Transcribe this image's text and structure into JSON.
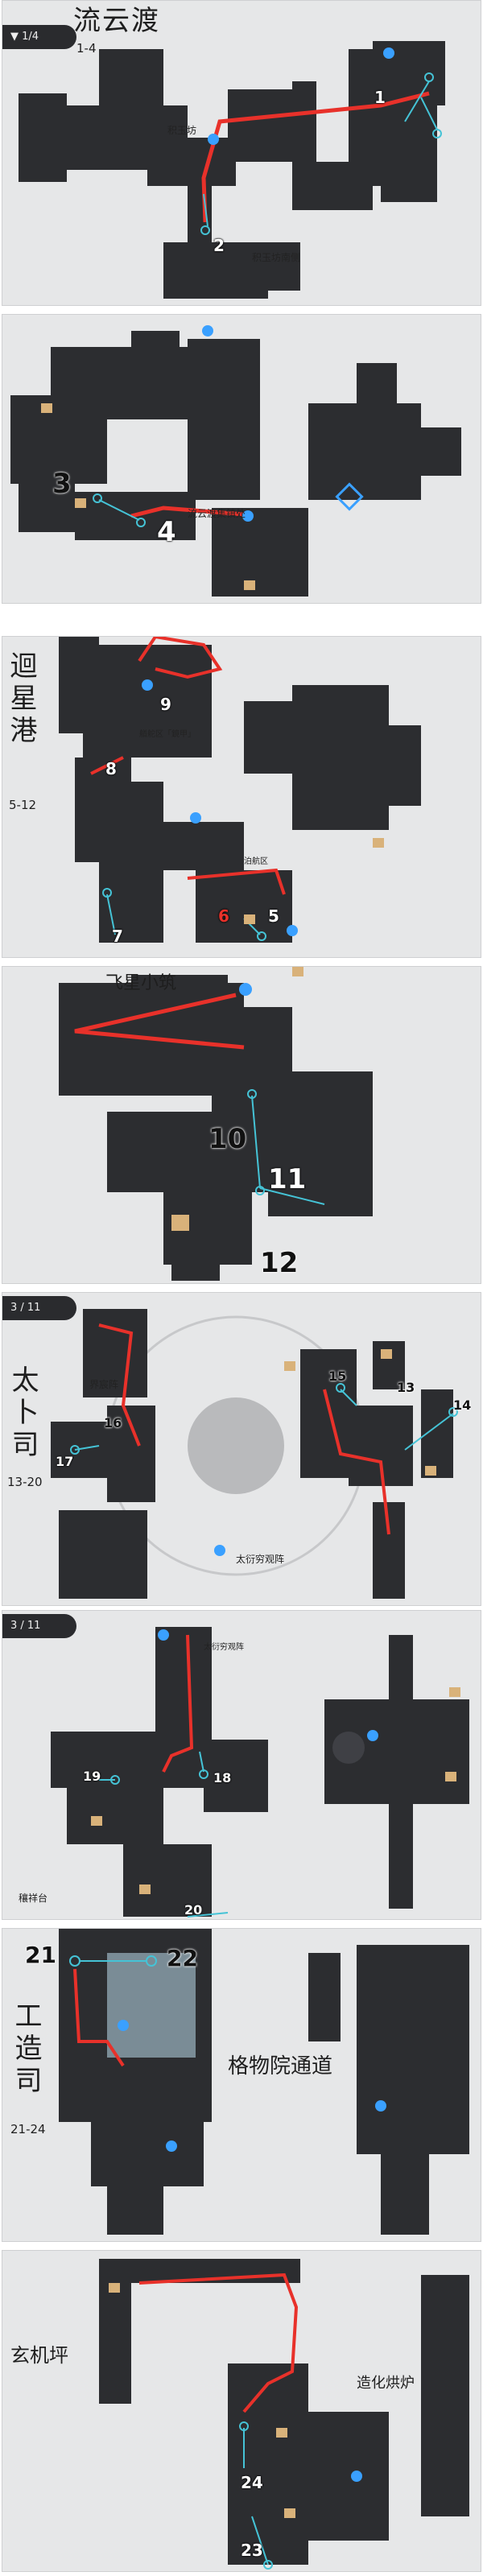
{
  "panels": [
    {
      "title": "流云渡",
      "range": "1-4",
      "floor": "▼ 1/4",
      "labels": [
        "积玉坊",
        "积玉坊南侧"
      ],
      "points": [
        "1",
        "2"
      ]
    },
    {
      "labels": [
        "流云渡集镇处"
      ],
      "points": [
        "3",
        "4"
      ]
    },
    {
      "title": "迴星港",
      "range": "5-12",
      "labels": [
        "艏舵区「鏡甲」",
        "泊航区"
      ],
      "points": [
        "9",
        "8",
        "7",
        "6",
        "5"
      ]
    },
    {
      "labels": [
        "飞星小筑"
      ],
      "points": [
        "10",
        "11",
        "12"
      ]
    },
    {
      "floor": "3 / 11",
      "title": "太卜司",
      "range": "13-20",
      "labels": [
        "界宸阵",
        "太衍穷观阵"
      ],
      "points": [
        "16",
        "17",
        "15",
        "13",
        "14"
      ]
    },
    {
      "floor": "3 / 11",
      "labels": [
        "太衍穷观阵",
        "穰祥台"
      ],
      "points": [
        "19",
        "18",
        "20"
      ]
    },
    {
      "title": "工造司",
      "range": "21-24",
      "labels": [
        "格物院通道"
      ],
      "points": [
        "21",
        "22"
      ]
    },
    {
      "labels": [
        "玄机坪",
        "造化烘炉"
      ],
      "points": [
        "24",
        "23"
      ]
    }
  ],
  "colors": {
    "map_bg": "#e6e7e8",
    "building": "#2c2d30",
    "route": "#e8312a",
    "waypoint": "#45c3d6",
    "marker": "#3aa0ff",
    "chest": "#d9b27a"
  },
  "icons": [
    "teleport-anchor-icon",
    "treasure-chest-icon",
    "space-anchor-icon"
  ]
}
